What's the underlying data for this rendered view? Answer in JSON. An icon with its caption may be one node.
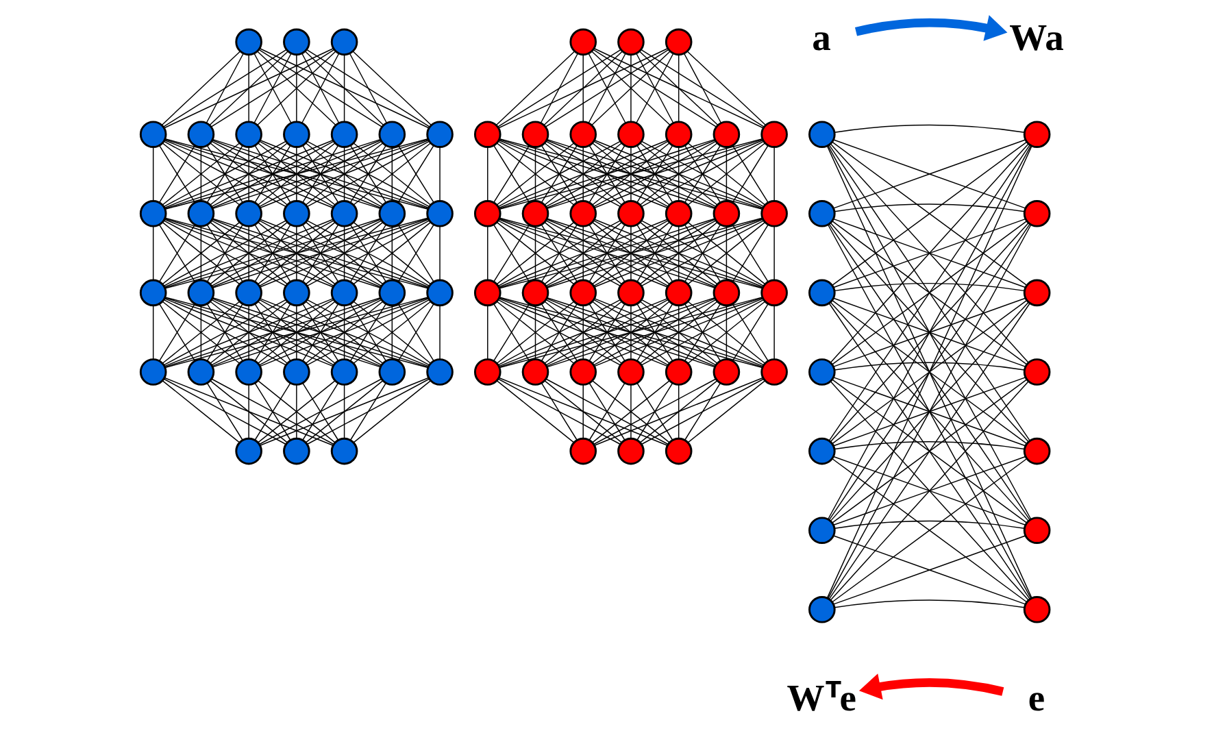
{
  "diagram": {
    "nodes": [
      {
        "text": [],
        "shape": "circle"
      },
      {
        "text": [],
        "shape": "circle"
      },
      {
        "text": [],
        "shape": "circle"
      },
      {
        "text": [],
        "shape": "circle"
      },
      {
        "text": [],
        "shape": "circle"
      },
      {
        "text": [],
        "shape": "circle"
      },
      {
        "text": [],
        "shape": "circle"
      },
      {
        "text": [],
        "shape": "circle"
      },
      {
        "text": [],
        "shape": "circle"
      },
      {
        "text": [],
        "shape": "circle"
      },
      {
        "text": [],
        "shape": "circle"
      },
      {
        "text": [],
        "shape": "circle"
      },
      {
        "text": [],
        "shape": "circle"
      },
      {
        "text": [],
        "shape": "circle"
      },
      {
        "text": [],
        "shape": "circle"
      },
      {
        "text": [],
        "shape": "circle"
      },
      {
        "text": [],
        "shape": "circle"
      },
      {
        "text": [],
        "shape": "circle"
      },
      {
        "text": [],
        "shape": "circle"
      },
      {
        "text": [],
        "shape": "circle"
      },
      {
        "text": [],
        "shape": "circle"
      },
      {
        "text": [],
        "shape": "circle"
      },
      {
        "text": [],
        "shape": "circle"
      },
      {
        "text": [],
        "shape": "circle"
      },
      {
        "text": [],
        "shape": "circle"
      },
      {
        "text": [],
        "shape": "circle"
      },
      {
        "text": [],
        "shape": "circle"
      },
      {
        "text": [],
        "shape": "circle"
      },
      {
        "text": [],
        "shape": "circle"
      },
      {
        "text": [],
        "shape": "circle"
      },
      {
        "text": [],
        "shape": "circle"
      },
      {
        "text": [],
        "shape": "circle"
      },
      {
        "text": [],
        "shape": "circle"
      },
      {
        "text": [],
        "shape": "circle"
      },
      {
        "text": [],
        "shape": "circle"
      },
      {
        "text": [],
        "shape": "circle"
      },
      {
        "text": [],
        "shape": "circle"
      },
      {
        "text": [],
        "shape": "circle"
      },
      {
        "text": [],
        "shape": "circle"
      },
      {
        "text": [],
        "shape": "circle"
      },
      {
        "text": [],
        "shape": "circle"
      },
      {
        "text": [],
        "shape": "circle"
      },
      {
        "text": [],
        "shape": "circle"
      },
      {
        "text": [],
        "shape": "circle"
      },
      {
        "text": [],
        "shape": "circle"
      },
      {
        "text": [],
        "shape": "circle"
      },
      {
        "text": [],
        "shape": "circle"
      },
      {
        "text": [],
        "shape": "circle"
      },
      {
        "text": [],
        "shape": "circle"
      },
      {
        "text": [],
        "shape": "circle"
      },
      {
        "text": [],
        "shape": "circle"
      },
      {
        "text": [],
        "shape": "circle"
      },
      {
        "text": [],
        "shape": "circle"
      },
      {
        "text": [],
        "shape": "circle"
      },
      {
        "text": [],
        "shape": "circle"
      },
      {
        "text": [],
        "shape": "circle"
      },
      {
        "text": [],
        "shape": "circle"
      },
      {
        "text": [],
        "shape": "circle"
      },
      {
        "text": [],
        "shape": "circle"
      },
      {
        "text": [],
        "shape": "circle"
      },
      {
        "text": [],
        "shape": "circle"
      },
      {
        "text": [],
        "shape": "circle"
      },
      {
        "text": [],
        "shape": "circle"
      },
      {
        "text": [],
        "shape": "circle"
      },
      {
        "text": [],
        "shape": "circle"
      },
      {
        "text": [],
        "shape": "circle"
      },
      {
        "text": [],
        "shape": "circle"
      },
      {
        "text": [],
        "shape": "circle"
      },
      {
        "text": [
          "a"
        ]
      },
      {
        "text": [
          "Wa"
        ]
      },
      {
        "text": [],
        "shape": "circle"
      },
      {
        "text": [],
        "shape": "circle"
      },
      {
        "text": [],
        "shape": "circle"
      },
      {
        "text": [],
        "shape": "circle"
      },
      {
        "text": [],
        "shape": "circle"
      },
      {
        "text": [],
        "shape": "circle"
      },
      {
        "text": [],
        "shape": "circle"
      },
      {
        "text": [],
        "shape": "circle"
      },
      {
        "text": [],
        "shape": "circle"
      },
      {
        "text": [],
        "shape": "circle"
      },
      {
        "text": [],
        "shape": "circle"
      },
      {
        "text": [],
        "shape": "circle"
      },
      {
        "text": [],
        "shape": "circle"
      },
      {
        "text": [],
        "shape": "circle"
      },
      {
        "text": [
          "W$^{T}$e"
        ]
      },
      {
        "text": [
          "e"
        ]
      }
    ],
    "edges": [
      {
        "from": 0,
        "to": 3,
        "arrow": "none"
      },
      {
        "from": 0,
        "to": 4,
        "arrow": "none"
      },
      {
        "from": 0,
        "to": 5,
        "arrow": "none"
      },
      {
        "from": 0,
        "to": 6,
        "arrow": "none"
      },
      {
        "from": 0,
        "to": 7,
        "arrow": "none"
      },
      {
        "from": 0,
        "to": 8,
        "arrow": "none"
      },
      {
        "from": 0,
        "to": 9,
        "arrow": "none"
      },
      {
        "from": 1,
        "to": 3,
        "arrow": "none"
      },
      {
        "from": 1,
        "to": 4,
        "arrow": "none"
      },
      {
        "from": 1,
        "to": 5,
        "arrow": "none"
      },
      {
        "from": 1,
        "to": 6,
        "arrow": "none"
      },
      {
        "from": 1,
        "to": 7,
        "arrow": "none"
      },
      {
        "from": 1,
        "to": 8,
        "arrow": "none"
      },
      {
        "from": 1,
        "to": 9,
        "arrow": "none"
      },
      {
        "from": 2,
        "to": 3,
        "arrow": "none"
      },
      {
        "from": 2,
        "to": 4,
        "arrow": "none"
      },
      {
        "from": 2,
        "to": 5,
        "arrow": "none"
      },
      {
        "from": 2,
        "to": 6,
        "arrow": "none"
      },
      {
        "from": 2,
        "to": 7,
        "arrow": "none"
      },
      {
        "from": 2,
        "to": 8,
        "arrow": "none"
      },
      {
        "from": 2,
        "to": 9,
        "arrow": "none"
      },
      {
        "from": 3,
        "to": 10,
        "arrow": "none"
      },
      {
        "from": 3,
        "to": 11,
        "arrow": "none"
      },
      {
        "from": 3,
        "to": 12,
        "arrow": "none"
      },
      {
        "from": 3,
        "to": 13,
        "arrow": "none"
      },
      {
        "from": 3,
        "to": 14,
        "arrow": "none"
      },
      {
        "from": 3,
        "to": 15,
        "arrow": "none"
      },
      {
        "from": 3,
        "to": 16,
        "arrow": "none"
      },
      {
        "from": 4,
        "to": 10,
        "arrow": "none"
      },
      {
        "from": 4,
        "to": 11,
        "arrow": "none"
      },
      {
        "from": 4,
        "to": 12,
        "arrow": "none"
      },
      {
        "from": 4,
        "to": 13,
        "arrow": "none"
      },
      {
        "from": 4,
        "to": 14,
        "arrow": "none"
      },
      {
        "from": 4,
        "to": 15,
        "arrow": "none"
      },
      {
        "from": 4,
        "to": 16,
        "arrow": "none"
      },
      {
        "from": 5,
        "to": 10,
        "arrow": "none"
      },
      {
        "from": 5,
        "to": 11,
        "arrow": "none"
      },
      {
        "from": 5,
        "to": 12,
        "arrow": "none"
      },
      {
        "from": 5,
        "to": 13,
        "arrow": "none"
      },
      {
        "from": 5,
        "to": 14,
        "arrow": "none"
      },
      {
        "from": 5,
        "to": 15,
        "arrow": "none"
      },
      {
        "from": 5,
        "to": 16,
        "arrow": "none"
      },
      {
        "from": 6,
        "to": 10,
        "arrow": "none"
      },
      {
        "from": 6,
        "to": 11,
        "arrow": "none"
      },
      {
        "from": 6,
        "to": 12,
        "arrow": "none"
      },
      {
        "from": 6,
        "to": 13,
        "arrow": "none"
      },
      {
        "from": 6,
        "to": 14,
        "arrow": "none"
      },
      {
        "from": 6,
        "to": 15,
        "arrow": "none"
      },
      {
        "from": 6,
        "to": 16,
        "arrow": "none"
      },
      {
        "from": 7,
        "to": 10,
        "arrow": "none"
      },
      {
        "from": 7,
        "to": 11,
        "arrow": "none"
      },
      {
        "from": 7,
        "to": 12,
        "arrow": "none"
      },
      {
        "from": 7,
        "to": 13,
        "arrow": "none"
      },
      {
        "from": 7,
        "to": 14,
        "arrow": "none"
      },
      {
        "from": 7,
        "to": 15,
        "arrow": "none"
      },
      {
        "from": 7,
        "to": 16,
        "arrow": "none"
      },
      {
        "from": 8,
        "to": 10,
        "arrow": "none"
      },
      {
        "from": 8,
        "to": 11,
        "arrow": "none"
      },
      {
        "from": 8,
        "to": 12,
        "arrow": "none"
      },
      {
        "from": 8,
        "to": 13,
        "arrow": "none"
      },
      {
        "from": 8,
        "to": 14,
        "arrow": "none"
      },
      {
        "from": 8,
        "to": 15,
        "arrow": "none"
      },
      {
        "from": 8,
        "to": 16,
        "arrow": "none"
      },
      {
        "from": 9,
        "to": 10,
        "arrow": "none"
      },
      {
        "from": 9,
        "to": 11,
        "arrow": "none"
      },
      {
        "from": 9,
        "to": 12,
        "arrow": "none"
      },
      {
        "from": 9,
        "to": 13,
        "arrow": "none"
      },
      {
        "from": 9,
        "to": 14,
        "arrow": "none"
      },
      {
        "from": 9,
        "to": 15,
        "arrow": "none"
      },
      {
        "from": 9,
        "to": 16,
        "arrow": "none"
      },
      {
        "from": 10,
        "to": 17,
        "arrow": "none"
      },
      {
        "from": 10,
        "to": 18,
        "arrow": "none"
      },
      {
        "from": 10,
        "to": 19,
        "arrow": "none"
      },
      {
        "from": 10,
        "to": 20,
        "arrow": "none"
      },
      {
        "from": 10,
        "to": 21,
        "arrow": "none"
      },
      {
        "from": 10,
        "to": 22,
        "arrow": "none"
      },
      {
        "from": 10,
        "to": 23,
        "arrow": "none"
      },
      {
        "from": 11,
        "to": 17,
        "arrow": "none"
      },
      {
        "from": 11,
        "to": 18,
        "arrow": "none"
      },
      {
        "from": 11,
        "to": 19,
        "arrow": "none"
      },
      {
        "from": 11,
        "to": 20,
        "arrow": "none"
      },
      {
        "from": 11,
        "to": 21,
        "arrow": "none"
      },
      {
        "from": 11,
        "to": 22,
        "arrow": "none"
      },
      {
        "from": 11,
        "to": 23,
        "arrow": "none"
      },
      {
        "from": 12,
        "to": 17,
        "arrow": "none"
      },
      {
        "from": 12,
        "to": 18,
        "arrow": "none"
      },
      {
        "from": 12,
        "to": 19,
        "arrow": "none"
      },
      {
        "from": 12,
        "to": 20,
        "arrow": "none"
      },
      {
        "from": 12,
        "to": 21,
        "arrow": "none"
      },
      {
        "from": 12,
        "to": 22,
        "arrow": "none"
      },
      {
        "from": 12,
        "to": 23,
        "arrow": "none"
      },
      {
        "from": 13,
        "to": 17,
        "arrow": "none"
      },
      {
        "from": 13,
        "to": 18,
        "arrow": "none"
      },
      {
        "from": 13,
        "to": 19,
        "arrow": "none"
      },
      {
        "from": 13,
        "to": 20,
        "arrow": "none"
      },
      {
        "from": 13,
        "to": 21,
        "arrow": "none"
      },
      {
        "from": 13,
        "to": 22,
        "arrow": "none"
      },
      {
        "from": 13,
        "to": 23,
        "arrow": "none"
      },
      {
        "from": 14,
        "to": 17,
        "arrow": "none"
      },
      {
        "from": 14,
        "to": 18,
        "arrow": "none"
      },
      {
        "from": 14,
        "to": 19,
        "arrow": "none"
      },
      {
        "from": 14,
        "to": 20,
        "arrow": "none"
      },
      {
        "from": 14,
        "to": 21,
        "arrow": "none"
      },
      {
        "from": 14,
        "to": 22,
        "arrow": "none"
      },
      {
        "from": 14,
        "to": 23,
        "arrow": "none"
      },
      {
        "from": 15,
        "to": 17,
        "arrow": "none"
      },
      {
        "from": 15,
        "to": 18,
        "arrow": "none"
      },
      {
        "from": 15,
        "to": 19,
        "arrow": "none"
      },
      {
        "from": 15,
        "to": 20,
        "arrow": "none"
      },
      {
        "from": 15,
        "to": 21,
        "arrow": "none"
      },
      {
        "from": 15,
        "to": 22,
        "arrow": "none"
      },
      {
        "from": 15,
        "to": 23,
        "arrow": "none"
      },
      {
        "from": 16,
        "to": 17,
        "arrow": "none"
      },
      {
        "from": 16,
        "to": 18,
        "arrow": "none"
      },
      {
        "from": 16,
        "to": 19,
        "arrow": "none"
      },
      {
        "from": 16,
        "to": 20,
        "arrow": "none"
      },
      {
        "from": 16,
        "to": 21,
        "arrow": "none"
      },
      {
        "from": 16,
        "to": 22,
        "arrow": "none"
      },
      {
        "from": 16,
        "to": 23,
        "arrow": "none"
      },
      {
        "from": 17,
        "to": 24,
        "arrow": "none"
      },
      {
        "from": 17,
        "to": 25,
        "arrow": "none"
      },
      {
        "from": 17,
        "to": 26,
        "arrow": "none"
      },
      {
        "from": 17,
        "to": 27,
        "arrow": "none"
      },
      {
        "from": 17,
        "to": 28,
        "arrow": "none"
      },
      {
        "from": 17,
        "to": 29,
        "arrow": "none"
      },
      {
        "from": 17,
        "to": 30,
        "arrow": "none"
      },
      {
        "from": 18,
        "to": 24,
        "arrow": "none"
      },
      {
        "from": 18,
        "to": 25,
        "arrow": "none"
      },
      {
        "from": 18,
        "to": 26,
        "arrow": "none"
      },
      {
        "from": 18,
        "to": 27,
        "arrow": "none"
      },
      {
        "from": 18,
        "to": 28,
        "arrow": "none"
      },
      {
        "from": 18,
        "to": 29,
        "arrow": "none"
      },
      {
        "from": 18,
        "to": 30,
        "arrow": "none"
      },
      {
        "from": 19,
        "to": 24,
        "arrow": "none"
      },
      {
        "from": 19,
        "to": 25,
        "arrow": "none"
      },
      {
        "from": 19,
        "to": 26,
        "arrow": "none"
      },
      {
        "from": 19,
        "to": 27,
        "arrow": "none"
      },
      {
        "from": 19,
        "to": 28,
        "arrow": "none"
      },
      {
        "from": 19,
        "to": 29,
        "arrow": "none"
      },
      {
        "from": 19,
        "to": 30,
        "arrow": "none"
      },
      {
        "from": 20,
        "to": 24,
        "arrow": "none"
      },
      {
        "from": 20,
        "to": 25,
        "arrow": "none"
      },
      {
        "from": 20,
        "to": 26,
        "arrow": "none"
      },
      {
        "from": 20,
        "to": 27,
        "arrow": "none"
      },
      {
        "from": 20,
        "to": 28,
        "arrow": "none"
      },
      {
        "from": 20,
        "to": 29,
        "arrow": "none"
      },
      {
        "from": 20,
        "to": 30,
        "arrow": "none"
      },
      {
        "from": 21,
        "to": 24,
        "arrow": "none"
      },
      {
        "from": 21,
        "to": 25,
        "arrow": "none"
      },
      {
        "from": 21,
        "to": 26,
        "arrow": "none"
      },
      {
        "from": 21,
        "to": 27,
        "arrow": "none"
      },
      {
        "from": 21,
        "to": 28,
        "arrow": "none"
      },
      {
        "from": 21,
        "to": 29,
        "arrow": "none"
      },
      {
        "from": 21,
        "to": 30,
        "arrow": "none"
      },
      {
        "from": 22,
        "to": 24,
        "arrow": "none"
      },
      {
        "from": 22,
        "to": 25,
        "arrow": "none"
      },
      {
        "from": 22,
        "to": 26,
        "arrow": "none"
      },
      {
        "from": 22,
        "to": 27,
        "arrow": "none"
      },
      {
        "from": 22,
        "to": 28,
        "arrow": "none"
      },
      {
        "from": 22,
        "to": 29,
        "arrow": "none"
      },
      {
        "from": 22,
        "to": 30,
        "arrow": "none"
      },
      {
        "from": 23,
        "to": 24,
        "arrow": "none"
      },
      {
        "from": 23,
        "to": 25,
        "arrow": "none"
      },
      {
        "from": 23,
        "to": 26,
        "arrow": "none"
      },
      {
        "from": 23,
        "to": 27,
        "arrow": "none"
      },
      {
        "from": 23,
        "to": 28,
        "arrow": "none"
      },
      {
        "from": 23,
        "to": 29,
        "arrow": "none"
      },
      {
        "from": 23,
        "to": 30,
        "arrow": "none"
      },
      {
        "from": 24,
        "to": 31,
        "arrow": "none"
      },
      {
        "from": 24,
        "to": 32,
        "arrow": "none"
      },
      {
        "from": 24,
        "to": 33,
        "arrow": "none"
      },
      {
        "from": 25,
        "to": 31,
        "arrow": "none"
      },
      {
        "from": 25,
        "to": 32,
        "arrow": "none"
      },
      {
        "from": 25,
        "to": 33,
        "arrow": "none"
      },
      {
        "from": 26,
        "to": 31,
        "arrow": "none"
      },
      {
        "from": 26,
        "to": 32,
        "arrow": "none"
      },
      {
        "from": 26,
        "to": 33,
        "arrow": "none"
      },
      {
        "from": 27,
        "to": 31,
        "arrow": "none"
      },
      {
        "from": 27,
        "to": 32,
        "arrow": "none"
      },
      {
        "from": 27,
        "to": 33,
        "arrow": "none"
      },
      {
        "from": 28,
        "to": 31,
        "arrow": "none"
      },
      {
        "from": 28,
        "to": 32,
        "arrow": "none"
      },
      {
        "from": 28,
        "to": 33,
        "arrow": "none"
      },
      {
        "from": 29,
        "to": 31,
        "arrow": "none"
      },
      {
        "from": 29,
        "to": 32,
        "arrow": "none"
      },
      {
        "from": 29,
        "to": 33,
        "arrow": "none"
      },
      {
        "from": 30,
        "to": 31,
        "arrow": "none"
      },
      {
        "from": 30,
        "to": 32,
        "arrow": "none"
      },
      {
        "from": 30,
        "to": 33,
        "arrow": "none"
      },
      {
        "from": 34,
        "to": 37,
        "arrow": "none"
      },
      {
        "from": 34,
        "to": 38,
        "arrow": "none"
      },
      {
        "from": 34,
        "to": 39,
        "arrow": "none"
      },
      {
        "from": 34,
        "to": 40,
        "arrow": "none"
      },
      {
        "from": 34,
        "to": 41,
        "arrow": "none"
      },
      {
        "from": 34,
        "to": 42,
        "arrow": "none"
      },
      {
        "from": 34,
        "to": 43,
        "arrow": "none"
      },
      {
        "from": 35,
        "to": 37,
        "arrow": "none"
      },
      {
        "from": 35,
        "to": 38,
        "arrow": "none"
      },
      {
        "from": 35,
        "to": 39,
        "arrow": "none"
      },
      {
        "from": 35,
        "to": 40,
        "arrow": "none"
      },
      {
        "from": 35,
        "to": 41,
        "arrow": "none"
      },
      {
        "from": 35,
        "to": 42,
        "arrow": "none"
      },
      {
        "from": 35,
        "to": 43,
        "arrow": "none"
      },
      {
        "from": 36,
        "to": 37,
        "arrow": "none"
      },
      {
        "from": 36,
        "to": 38,
        "arrow": "none"
      },
      {
        "from": 36,
        "to": 39,
        "arrow": "none"
      },
      {
        "from": 36,
        "to": 40,
        "arrow": "none"
      },
      {
        "from": 36,
        "to": 41,
        "arrow": "none"
      },
      {
        "from": 36,
        "to": 42,
        "arrow": "none"
      },
      {
        "from": 36,
        "to": 43,
        "arrow": "none"
      },
      {
        "from": 37,
        "to": 44,
        "arrow": "none"
      },
      {
        "from": 37,
        "to": 45,
        "arrow": "none"
      },
      {
        "from": 37,
        "to": 46,
        "arrow": "none"
      },
      {
        "from": 37,
        "to": 47,
        "arrow": "none"
      },
      {
        "from": 37,
        "to": 48,
        "arrow": "none"
      },
      {
        "from": 37,
        "to": 49,
        "arrow": "none"
      },
      {
        "from": 37,
        "to": 50,
        "arrow": "none"
      },
      {
        "from": 38,
        "to": 44,
        "arrow": "none"
      },
      {
        "from": 38,
        "to": 45,
        "arrow": "none"
      },
      {
        "from": 38,
        "to": 46,
        "arrow": "none"
      },
      {
        "from": 38,
        "to": 47,
        "arrow": "none"
      },
      {
        "from": 38,
        "to": 48,
        "arrow": "none"
      },
      {
        "from": 38,
        "to": 49,
        "arrow": "none"
      },
      {
        "from": 38,
        "to": 50,
        "arrow": "none"
      },
      {
        "from": 39,
        "to": 44,
        "arrow": "none"
      },
      {
        "from": 39,
        "to": 45,
        "arrow": "none"
      },
      {
        "from": 39,
        "to": 46,
        "arrow": "none"
      },
      {
        "from": 39,
        "to": 47,
        "arrow": "none"
      },
      {
        "from": 39,
        "to": 48,
        "arrow": "none"
      },
      {
        "from": 39,
        "to": 49,
        "arrow": "none"
      },
      {
        "from": 39,
        "to": 50,
        "arrow": "none"
      },
      {
        "from": 40,
        "to": 44,
        "arrow": "none"
      },
      {
        "from": 40,
        "to": 45,
        "arrow": "none"
      },
      {
        "from": 40,
        "to": 46,
        "arrow": "none"
      },
      {
        "from": 40,
        "to": 47,
        "arrow": "none"
      },
      {
        "from": 40,
        "to": 48,
        "arrow": "none"
      },
      {
        "from": 40,
        "to": 49,
        "arrow": "none"
      },
      {
        "from": 40,
        "to": 50,
        "arrow": "none"
      },
      {
        "from": 41,
        "to": 44,
        "arrow": "none"
      },
      {
        "from": 41,
        "to": 45,
        "arrow": "none"
      },
      {
        "from": 41,
        "to": 46,
        "arrow": "none"
      },
      {
        "from": 41,
        "to": 47,
        "arrow": "none"
      },
      {
        "from": 41,
        "to": 48,
        "arrow": "none"
      },
      {
        "from": 41,
        "to": 49,
        "arrow": "none"
      },
      {
        "from": 41,
        "to": 50,
        "arrow": "none"
      },
      {
        "from": 42,
        "to": 44,
        "arrow": "none"
      },
      {
        "from": 42,
        "to": 45,
        "arrow": "none"
      },
      {
        "from": 42,
        "to": 46,
        "arrow": "none"
      },
      {
        "from": 42,
        "to": 47,
        "arrow": "none"
      },
      {
        "from": 42,
        "to": 48,
        "arrow": "none"
      },
      {
        "from": 42,
        "to": 49,
        "arrow": "none"
      },
      {
        "from": 42,
        "to": 50,
        "arrow": "none"
      },
      {
        "from": 43,
        "to": 44,
        "arrow": "none"
      },
      {
        "from": 43,
        "to": 45,
        "arrow": "none"
      },
      {
        "from": 43,
        "to": 46,
        "arrow": "none"
      },
      {
        "from": 43,
        "to": 47,
        "arrow": "none"
      },
      {
        "from": 43,
        "to": 48,
        "arrow": "none"
      },
      {
        "from": 43,
        "to": 49,
        "arrow": "none"
      },
      {
        "from": 43,
        "to": 50,
        "arrow": "none"
      },
      {
        "from": 44,
        "to": 51,
        "arrow": "none"
      },
      {
        "from": 44,
        "to": 52,
        "arrow": "none"
      },
      {
        "from": 44,
        "to": 53,
        "arrow": "none"
      },
      {
        "from": 44,
        "to": 54,
        "arrow": "none"
      },
      {
        "from": 44,
        "to": 55,
        "arrow": "none"
      },
      {
        "from": 44,
        "to": 56,
        "arrow": "none"
      },
      {
        "from": 44,
        "to": 57,
        "arrow": "none"
      },
      {
        "from": 45,
        "to": 51,
        "arrow": "none"
      },
      {
        "from": 45,
        "to": 52,
        "arrow": "none"
      },
      {
        "from": 45,
        "to": 53,
        "arrow": "none"
      },
      {
        "from": 45,
        "to": 54,
        "arrow": "none"
      },
      {
        "from": 45,
        "to": 55,
        "arrow": "none"
      },
      {
        "from": 45,
        "to": 56,
        "arrow": "none"
      },
      {
        "from": 45,
        "to": 57,
        "arrow": "none"
      },
      {
        "from": 46,
        "to": 51,
        "arrow": "none"
      },
      {
        "from": 46,
        "to": 52,
        "arrow": "none"
      },
      {
        "from": 46,
        "to": 53,
        "arrow": "none"
      },
      {
        "from": 46,
        "to": 54,
        "arrow": "none"
      },
      {
        "from": 46,
        "to": 55,
        "arrow": "none"
      },
      {
        "from": 46,
        "to": 56,
        "arrow": "none"
      },
      {
        "from": 46,
        "to": 57,
        "arrow": "none"
      },
      {
        "from": 47,
        "to": 51,
        "arrow": "none"
      },
      {
        "from": 47,
        "to": 52,
        "arrow": "none"
      },
      {
        "from": 47,
        "to": 53,
        "arrow": "none"
      },
      {
        "from": 47,
        "to": 54,
        "arrow": "none"
      },
      {
        "from": 47,
        "to": 55,
        "arrow": "none"
      },
      {
        "from": 47,
        "to": 56,
        "arrow": "none"
      },
      {
        "from": 47,
        "to": 57,
        "arrow": "none"
      },
      {
        "from": 48,
        "to": 51,
        "arrow": "none"
      },
      {
        "from": 48,
        "to": 52,
        "arrow": "none"
      },
      {
        "from": 48,
        "to": 53,
        "arrow": "none"
      },
      {
        "from": 48,
        "to": 54,
        "arrow": "none"
      },
      {
        "from": 48,
        "to": 55,
        "arrow": "none"
      },
      {
        "from": 48,
        "to": 56,
        "arrow": "none"
      },
      {
        "from": 48,
        "to": 57,
        "arrow": "none"
      },
      {
        "from": 49,
        "to": 51,
        "arrow": "none"
      },
      {
        "from": 49,
        "to": 52,
        "arrow": "none"
      },
      {
        "from": 49,
        "to": 53,
        "arrow": "none"
      },
      {
        "from": 49,
        "to": 54,
        "arrow": "none"
      },
      {
        "from": 49,
        "to": 55,
        "arrow": "none"
      },
      {
        "from": 49,
        "to": 56,
        "arrow": "none"
      },
      {
        "from": 49,
        "to": 57,
        "arrow": "none"
      },
      {
        "from": 50,
        "to": 51,
        "arrow": "none"
      },
      {
        "from": 50,
        "to": 52,
        "arrow": "none"
      },
      {
        "from": 50,
        "to": 53,
        "arrow": "none"
      },
      {
        "from": 50,
        "to": 54,
        "arrow": "none"
      },
      {
        "from": 50,
        "to": 55,
        "arrow": "none"
      },
      {
        "from": 50,
        "to": 56,
        "arrow": "none"
      },
      {
        "from": 50,
        "to": 57,
        "arrow": "none"
      },
      {
        "from": 51,
        "to": 58,
        "arrow": "none"
      },
      {
        "from": 51,
        "to": 59,
        "arrow": "none"
      },
      {
        "from": 51,
        "to": 60,
        "arrow": "none"
      },
      {
        "from": 51,
        "to": 61,
        "arrow": "none"
      },
      {
        "from": 51,
        "to": 62,
        "arrow": "none"
      },
      {
        "from": 51,
        "to": 63,
        "arrow": "none"
      },
      {
        "from": 51,
        "to": 64,
        "arrow": "none"
      },
      {
        "from": 52,
        "to": 58,
        "arrow": "none"
      },
      {
        "from": 52,
        "to": 59,
        "arrow": "none"
      },
      {
        "from": 52,
        "to": 60,
        "arrow": "none"
      },
      {
        "from": 52,
        "to": 61,
        "arrow": "none"
      },
      {
        "from": 52,
        "to": 62,
        "arrow": "none"
      },
      {
        "from": 52,
        "to": 63,
        "arrow": "none"
      },
      {
        "from": 52,
        "to": 64,
        "arrow": "none"
      },
      {
        "from": 53,
        "to": 58,
        "arrow": "none"
      },
      {
        "from": 53,
        "to": 59,
        "arrow": "none"
      },
      {
        "from": 53,
        "to": 60,
        "arrow": "none"
      },
      {
        "from": 53,
        "to": 61,
        "arrow": "none"
      },
      {
        "from": 53,
        "to": 62,
        "arrow": "none"
      },
      {
        "from": 53,
        "to": 63,
        "arrow": "none"
      },
      {
        "from": 53,
        "to": 64,
        "arrow": "none"
      },
      {
        "from": 54,
        "to": 58,
        "arrow": "none"
      },
      {
        "from": 54,
        "to": 59,
        "arrow": "none"
      },
      {
        "from": 54,
        "to": 60,
        "arrow": "none"
      },
      {
        "from": 54,
        "to": 61,
        "arrow": "none"
      },
      {
        "from": 54,
        "to": 62,
        "arrow": "none"
      },
      {
        "from": 54,
        "to": 63,
        "arrow": "none"
      },
      {
        "from": 54,
        "to": 64,
        "arrow": "none"
      },
      {
        "from": 55,
        "to": 58,
        "arrow": "none"
      },
      {
        "from": 55,
        "to": 59,
        "arrow": "none"
      },
      {
        "from": 55,
        "to": 60,
        "arrow": "none"
      },
      {
        "from": 55,
        "to": 61,
        "arrow": "none"
      },
      {
        "from": 55,
        "to": 62,
        "arrow": "none"
      },
      {
        "from": 55,
        "to": 63,
        "arrow": "none"
      },
      {
        "from": 55,
        "to": 64,
        "arrow": "none"
      },
      {
        "from": 56,
        "to": 58,
        "arrow": "none"
      },
      {
        "from": 56,
        "to": 59,
        "arrow": "none"
      },
      {
        "from": 56,
        "to": 60,
        "arrow": "none"
      },
      {
        "from": 56,
        "to": 61,
        "arrow": "none"
      },
      {
        "from": 56,
        "to": 62,
        "arrow": "none"
      },
      {
        "from": 56,
        "to": 63,
        "arrow": "none"
      },
      {
        "from": 56,
        "to": 64,
        "arrow": "none"
      },
      {
        "from": 57,
        "to": 58,
        "arrow": "none"
      },
      {
        "from": 57,
        "to": 59,
        "arrow": "none"
      },
      {
        "from": 57,
        "to": 60,
        "arrow": "none"
      },
      {
        "from": 57,
        "to": 61,
        "arrow": "none"
      },
      {
        "from": 57,
        "to": 62,
        "arrow": "none"
      },
      {
        "from": 57,
        "to": 63,
        "arrow": "none"
      },
      {
        "from": 57,
        "to": 64,
        "arrow": "none"
      },
      {
        "from": 58,
        "to": 65,
        "arrow": "none"
      },
      {
        "from": 58,
        "to": 66,
        "arrow": "none"
      },
      {
        "from": 58,
        "to": 67,
        "arrow": "none"
      },
      {
        "from": 59,
        "to": 65,
        "arrow": "none"
      },
      {
        "from": 59,
        "to": 66,
        "arrow": "none"
      },
      {
        "from": 59,
        "to": 67,
        "arrow": "none"
      },
      {
        "from": 60,
        "to": 65,
        "arrow": "none"
      },
      {
        "from": 60,
        "to": 66,
        "arrow": "none"
      },
      {
        "from": 60,
        "to": 67,
        "arrow": "none"
      },
      {
        "from": 61,
        "to": 65,
        "arrow": "none"
      },
      {
        "from": 61,
        "to": 66,
        "arrow": "none"
      },
      {
        "from": 61,
        "to": 67,
        "arrow": "none"
      },
      {
        "from": 62,
        "to": 65,
        "arrow": "none"
      },
      {
        "from": 62,
        "to": 66,
        "arrow": "none"
      },
      {
        "from": 62,
        "to": 67,
        "arrow": "none"
      },
      {
        "from": 63,
        "to": 65,
        "arrow": "none"
      },
      {
        "from": 63,
        "to": 66,
        "arrow": "none"
      },
      {
        "from": 63,
        "to": 67,
        "arrow": "none"
      },
      {
        "from": 64,
        "to": 65,
        "arrow": "none"
      },
      {
        "from": 64,
        "to": 66,
        "arrow": "none"
      },
      {
        "from": 64,
        "to": 67,
        "arrow": "none"
      },
      {
        "from": 68,
        "to": 69,
        "arrow": "to",
        "style": "thick",
        "color": "#0066dd"
      },
      {
        "from": 70,
        "to": 77,
        "arrow": "none"
      },
      {
        "from": 70,
        "to": 78,
        "arrow": "none"
      },
      {
        "from": 70,
        "to": 79,
        "arrow": "none"
      },
      {
        "from": 70,
        "to": 80,
        "arrow": "none"
      },
      {
        "from": 70,
        "to": 81,
        "arrow": "none"
      },
      {
        "from": 70,
        "to": 82,
        "arrow": "none"
      },
      {
        "from": 70,
        "to": 83,
        "arrow": "none"
      },
      {
        "from": 71,
        "to": 77,
        "arrow": "none"
      },
      {
        "from": 71,
        "to": 78,
        "arrow": "none"
      },
      {
        "from": 71,
        "to": 79,
        "arrow": "none"
      },
      {
        "from": 71,
        "to": 80,
        "arrow": "none"
      },
      {
        "from": 71,
        "to": 81,
        "arrow": "none"
      },
      {
        "from": 71,
        "to": 82,
        "arrow": "none"
      },
      {
        "from": 71,
        "to": 83,
        "arrow": "none"
      },
      {
        "from": 72,
        "to": 77,
        "arrow": "none"
      },
      {
        "from": 72,
        "to": 78,
        "arrow": "none"
      },
      {
        "from": 72,
        "to": 79,
        "arrow": "none"
      },
      {
        "from": 72,
        "to": 80,
        "arrow": "none"
      },
      {
        "from": 72,
        "to": 81,
        "arrow": "none"
      },
      {
        "from": 72,
        "to": 82,
        "arrow": "none"
      },
      {
        "from": 72,
        "to": 83,
        "arrow": "none"
      },
      {
        "from": 73,
        "to": 77,
        "arrow": "none"
      },
      {
        "from": 73,
        "to": 78,
        "arrow": "none"
      },
      {
        "from": 73,
        "to": 79,
        "arrow": "none"
      },
      {
        "from": 73,
        "to": 80,
        "arrow": "none"
      },
      {
        "from": 73,
        "to": 81,
        "arrow": "none"
      },
      {
        "from": 73,
        "to": 82,
        "arrow": "none"
      },
      {
        "from": 73,
        "to": 83,
        "arrow": "none"
      },
      {
        "from": 74,
        "to": 77,
        "arrow": "none"
      },
      {
        "from": 74,
        "to": 78,
        "arrow": "none"
      },
      {
        "from": 74,
        "to": 79,
        "arrow": "none"
      },
      {
        "from": 74,
        "to": 80,
        "arrow": "none"
      },
      {
        "from": 74,
        "to": 81,
        "arrow": "none"
      },
      {
        "from": 74,
        "to": 82,
        "arrow": "none"
      },
      {
        "from": 74,
        "to": 83,
        "arrow": "none"
      },
      {
        "from": 75,
        "to": 77,
        "arrow": "none"
      },
      {
        "from": 75,
        "to": 78,
        "arrow": "none"
      },
      {
        "from": 75,
        "to": 79,
        "arrow": "none"
      },
      {
        "from": 75,
        "to": 80,
        "arrow": "none"
      },
      {
        "from": 75,
        "to": 81,
        "arrow": "none"
      },
      {
        "from": 75,
        "to": 82,
        "arrow": "none"
      },
      {
        "from": 75,
        "to": 83,
        "arrow": "none"
      },
      {
        "from": 76,
        "to": 77,
        "arrow": "none"
      },
      {
        "from": 76,
        "to": 78,
        "arrow": "none"
      },
      {
        "from": 76,
        "to": 79,
        "arrow": "none"
      },
      {
        "from": 76,
        "to": 80,
        "arrow": "none"
      },
      {
        "from": 76,
        "to": 81,
        "arrow": "none"
      },
      {
        "from": 76,
        "to": 82,
        "arrow": "none"
      },
      {
        "from": 76,
        "to": 83,
        "arrow": "none"
      },
      {
        "from": 85,
        "to": 84,
        "arrow": "to",
        "style": "thick",
        "color": "#ff0000"
      }
    ]
  }
}
